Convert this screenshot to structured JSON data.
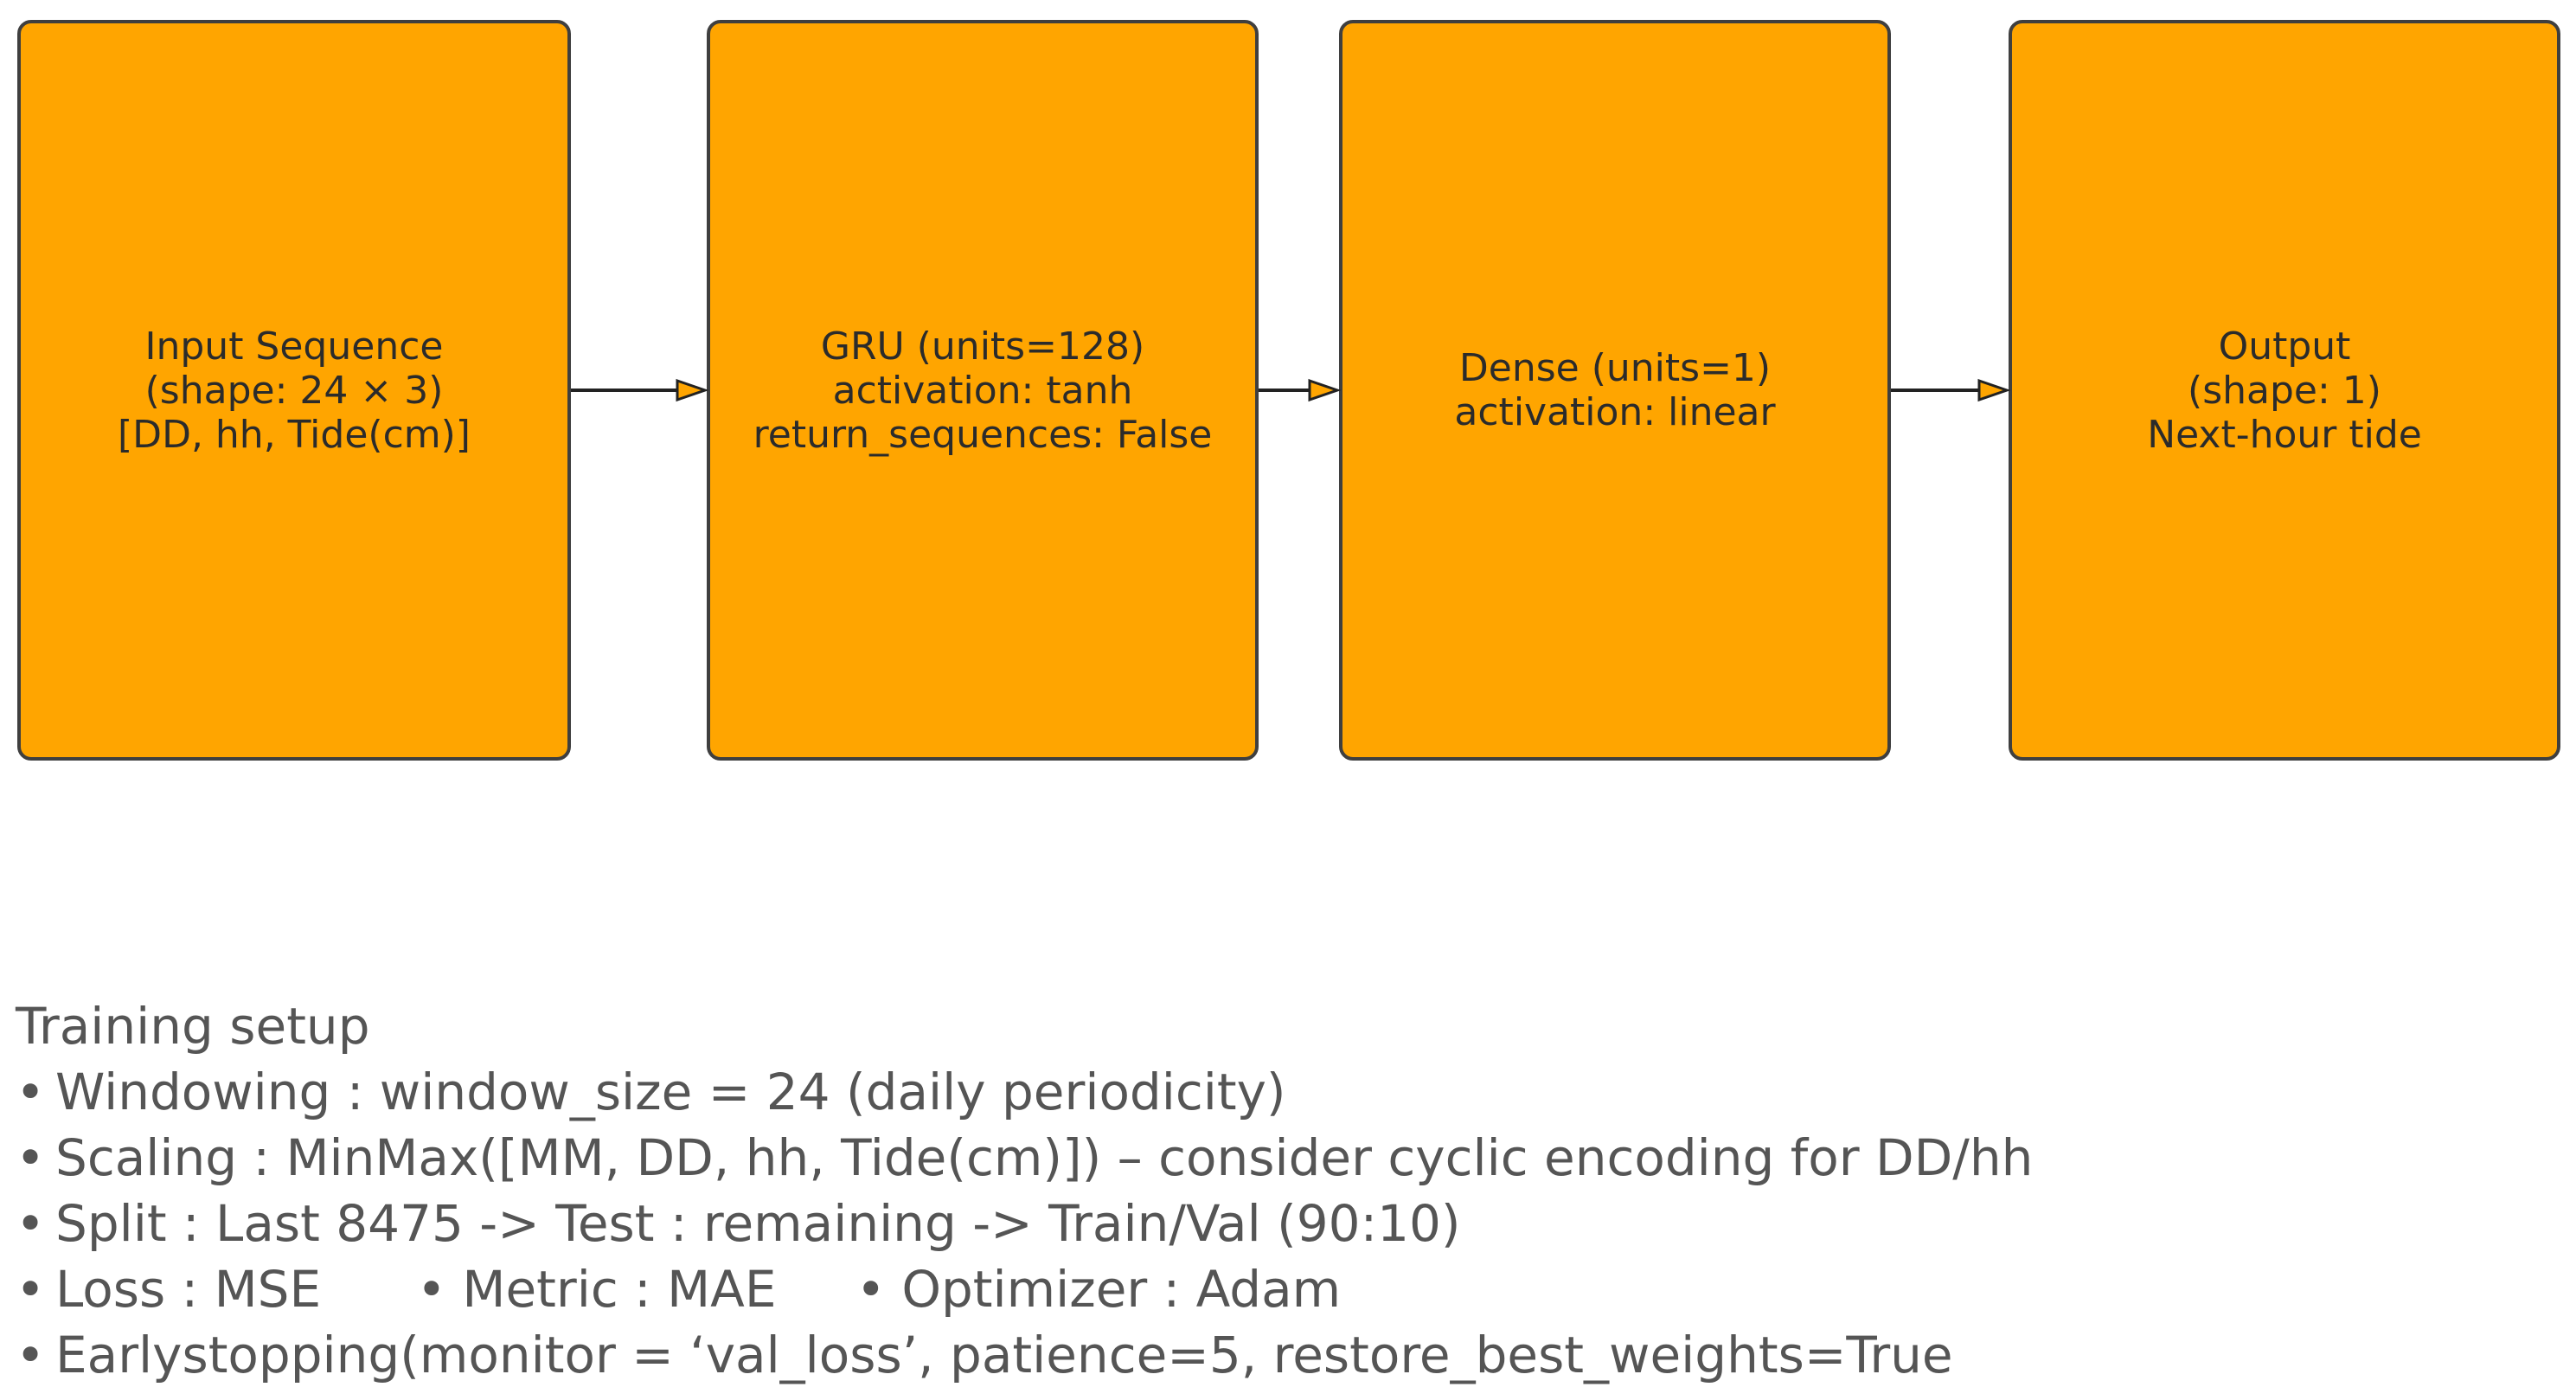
{
  "diagram": {
    "colors": {
      "box_fill": "#ffa500",
      "box_border": "#3f3f3f",
      "arrow": "#222222"
    },
    "blocks": [
      {
        "id": "input",
        "lines": [
          "Input Sequence",
          "(shape: 24 × 3)",
          "[DD, hh, Tide(cm)]"
        ]
      },
      {
        "id": "gru",
        "lines": [
          "GRU (units=128)",
          "activation: tanh",
          "return_sequences: False"
        ]
      },
      {
        "id": "dense",
        "lines": [
          "Dense (units=1)",
          "activation: linear"
        ]
      },
      {
        "id": "output",
        "lines": [
          "Output",
          "(shape: 1)",
          "Next-hour tide"
        ]
      }
    ]
  },
  "training_setup": {
    "title": "Training setup",
    "bullet_glyph": "•",
    "items": [
      "Windowing : window_size = 24 (daily periodicity)",
      "Scaling : MinMax([MM, DD, hh, Tide(cm)]) – consider cyclic encoding for DD/hh",
      "Split : Last 8475 -> Test : remaining -> Train/Val (90:10)",
      "Loss : MSE      • Metric : MAE     • Optimizer : Adam",
      "Earlystopping(monitor = ‘val_loss’, patience=5, restore_best_weights=True"
    ]
  }
}
